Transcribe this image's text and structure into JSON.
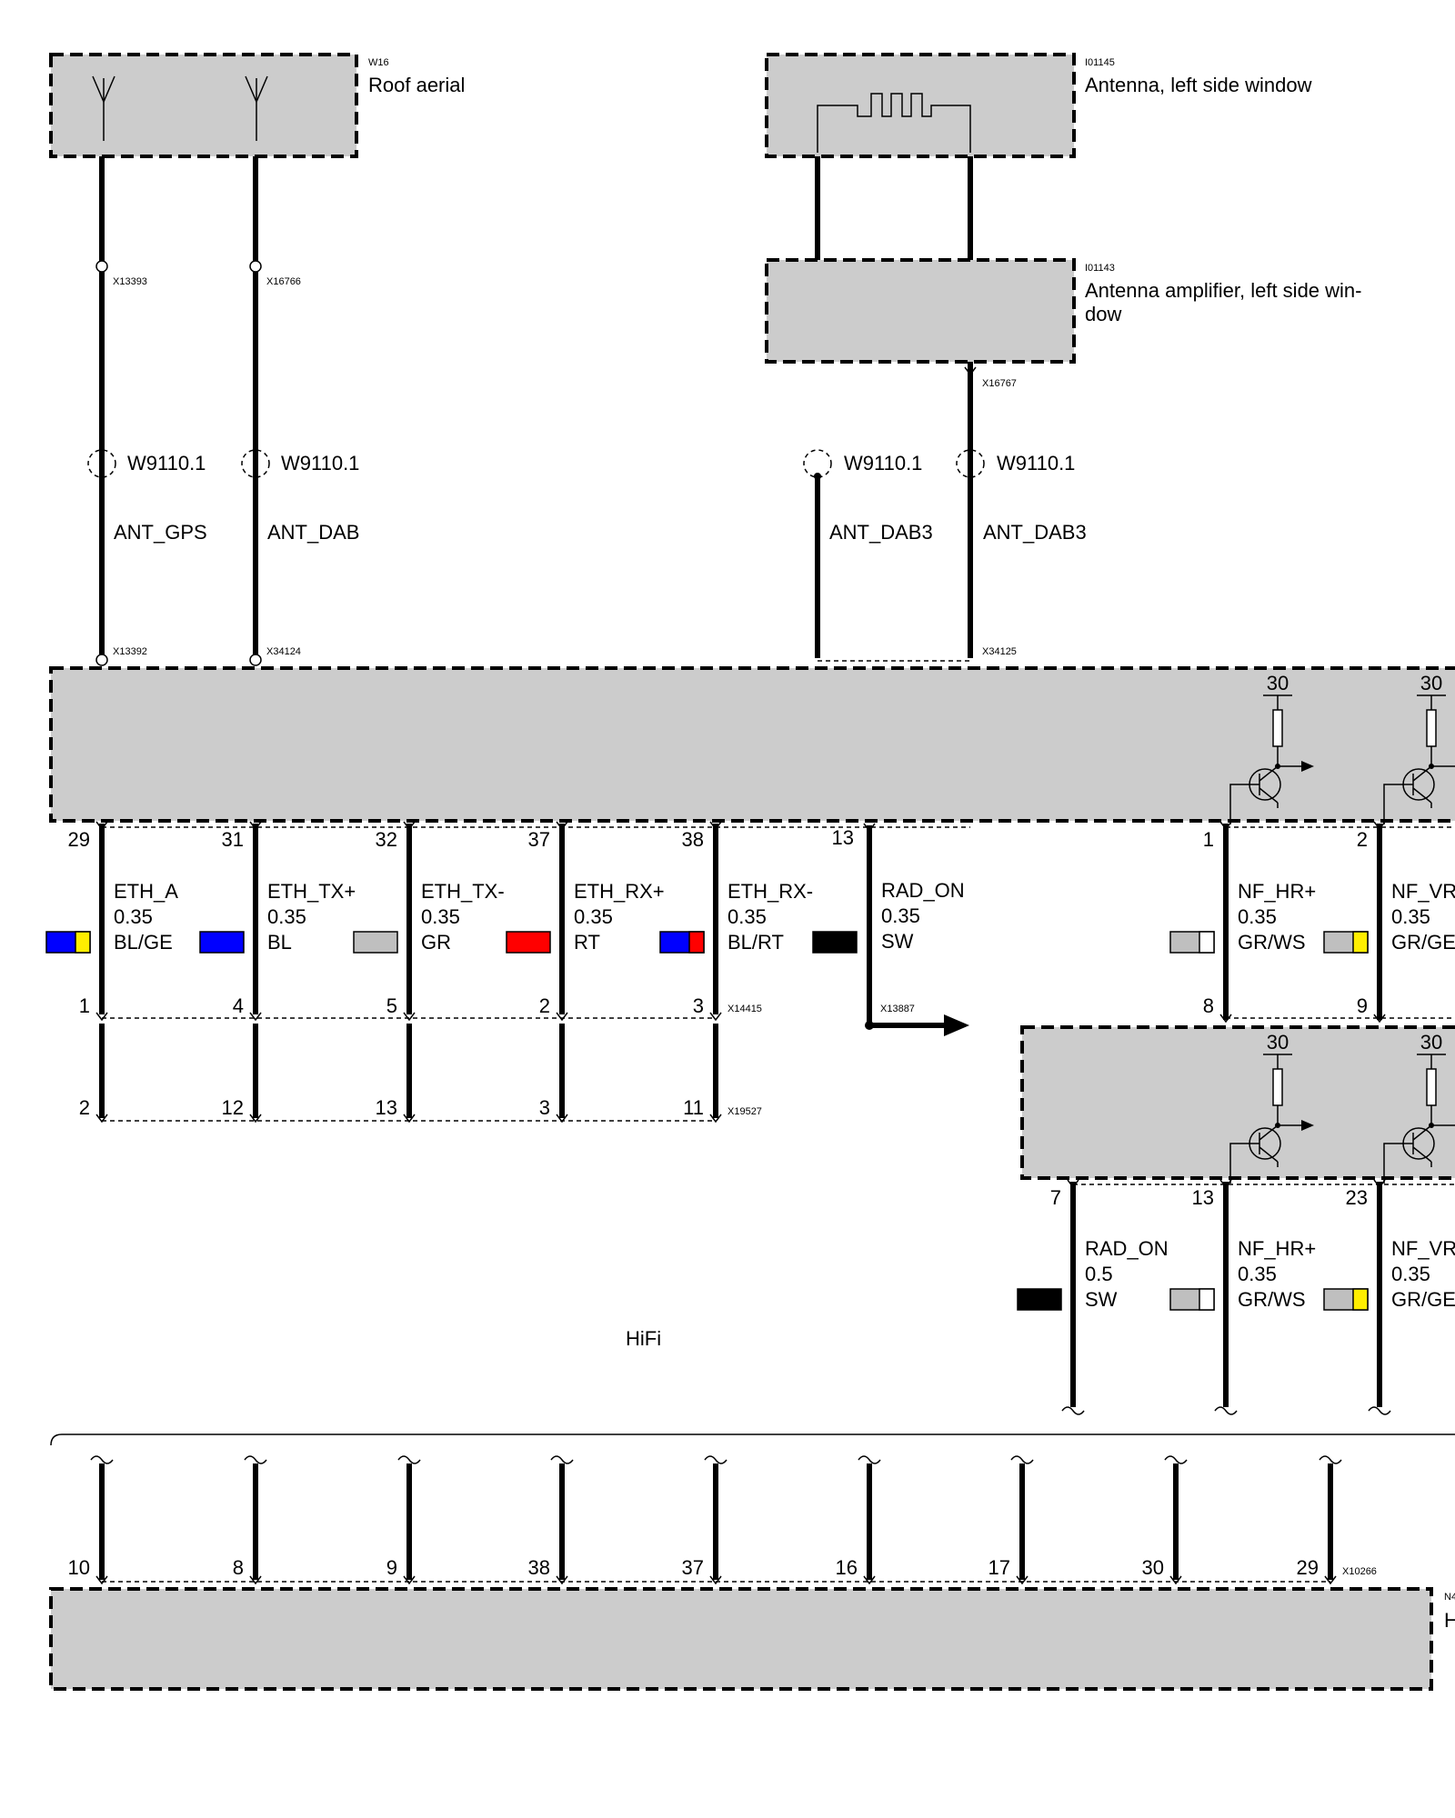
{
  "components": {
    "w16": {
      "id": "W16",
      "name": "Roof aerial"
    },
    "i01145": {
      "id": "I01145",
      "name": "Antenna, left side window"
    },
    "i01143": {
      "id": "I01143",
      "name_line1": "Antenna amplifier, left side win-",
      "name_line2": "dow"
    },
    "n4": {
      "id": "N4",
      "name": "H"
    }
  },
  "connectors": {
    "x13393": "X13393",
    "x16766": "X16766",
    "x16767": "X16767",
    "x13392": "X13392",
    "x34124": "X34124",
    "x34125": "X34125",
    "x14415": "X14415",
    "x19527": "X19527",
    "x13887": "X13887",
    "x10266": "X10266"
  },
  "shield_label": "W9110.1",
  "antenna_wires": [
    "ANT_GPS",
    "ANT_DAB",
    "ANT_DAB3",
    "ANT_DAB3"
  ],
  "eth_wires": [
    {
      "top_pin": "29",
      "name": "ETH_A",
      "size": "0.35",
      "color": "BL/GE",
      "sw1": "#0000ff",
      "sw2": "#ffee00",
      "mid_pin": "1",
      "low_pin": "2"
    },
    {
      "top_pin": "31",
      "name": "ETH_TX+",
      "size": "0.35",
      "color": "BL",
      "sw1": "#0000ff",
      "sw2": "#0000ff",
      "mid_pin": "4",
      "low_pin": "12"
    },
    {
      "top_pin": "32",
      "name": "ETH_TX-",
      "size": "0.35",
      "color": "GR",
      "sw1": "#bfbfbf",
      "sw2": "#bfbfbf",
      "mid_pin": "5",
      "low_pin": "13"
    },
    {
      "top_pin": "37",
      "name": "ETH_RX+",
      "size": "0.35",
      "color": "RT",
      "sw1": "#ff0000",
      "sw2": "#ff0000",
      "mid_pin": "2",
      "low_pin": "3"
    },
    {
      "top_pin": "38",
      "name": "ETH_RX-",
      "size": "0.35",
      "color": "BL/RT",
      "sw1": "#0000ff",
      "sw2": "#ff0000",
      "mid_pin": "3",
      "low_pin": "11"
    }
  ],
  "rad_on_wire": {
    "top_pin": "13",
    "name": "RAD_ON",
    "size": "0.35",
    "color": "SW",
    "sw": "#000000"
  },
  "nf_wires_upper": [
    {
      "top_pin": "1",
      "name": "NF_HR+",
      "size": "0.35",
      "color": "GR/WS",
      "sw1": "#bfbfbf",
      "sw2": "#ffffff",
      "bottom_pin": "8"
    },
    {
      "top_pin": "2",
      "name": "NF_VR",
      "size": "0.35",
      "color": "GR/GE",
      "sw1": "#bfbfbf",
      "sw2": "#ffee00",
      "bottom_pin": "9"
    }
  ],
  "supply_label": "30",
  "lower_wires": [
    {
      "pin": "7",
      "name": "RAD_ON",
      "size": "0.5",
      "color": "SW",
      "sw1": "#000000",
      "sw2": "#000000"
    },
    {
      "pin": "13",
      "name": "NF_HR+",
      "size": "0.35",
      "color": "GR/WS",
      "sw1": "#bfbfbf",
      "sw2": "#ffffff"
    },
    {
      "pin": "23",
      "name": "NF_VR",
      "size": "0.35",
      "color": "GR/GE",
      "sw1": "#bfbfbf",
      "sw2": "#ffee00"
    }
  ],
  "hifi_label": "HiFi",
  "bottom_pins": [
    "10",
    "8",
    "9",
    "38",
    "37",
    "16",
    "17",
    "30",
    "29"
  ]
}
